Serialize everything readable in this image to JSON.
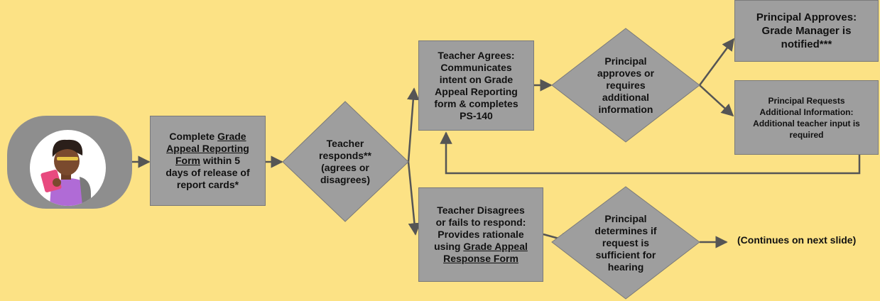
{
  "start": {
    "icon": "student-reading-icon"
  },
  "step1": {
    "line1": "Complete ",
    "link1": "Grade",
    "link2": "Appeal Reporting",
    "link3": "Form",
    "line3": " within 5",
    "line4": "days of release of",
    "line5": "report cards*"
  },
  "decision1": {
    "lines": [
      "Teacher",
      "responds**",
      "(agrees or",
      "disagrees)"
    ]
  },
  "agree": {
    "lines": [
      "Teacher Agrees:",
      "Communicates",
      "intent on Grade",
      "Appeal Reporting",
      "form & completes",
      "PS-140"
    ]
  },
  "decision2": {
    "lines": [
      "Principal",
      "approves or",
      "requires",
      "additional",
      "information"
    ]
  },
  "approve": {
    "lines": [
      "Principal Approves:",
      "Grade Manager is",
      "notified***"
    ]
  },
  "request_info": {
    "lines": [
      "Principal Requests",
      "Additional Information:",
      "Additional teacher input is",
      "required"
    ]
  },
  "disagree": {
    "line1": "Teacher Disagrees",
    "line2": "or fails to respond:",
    "line3": "Provides rationale",
    "line4a": "using ",
    "link1": "Grade Appeal",
    "link2": "Response Form"
  },
  "decision3": {
    "lines": [
      "Principal",
      "determines if",
      "request is",
      "sufficient for",
      "hearing"
    ]
  },
  "continue_text": "(Continues on next slide)",
  "colors": {
    "background": "#FCE285",
    "box": "#9E9E9E",
    "arrow": "#555555"
  }
}
